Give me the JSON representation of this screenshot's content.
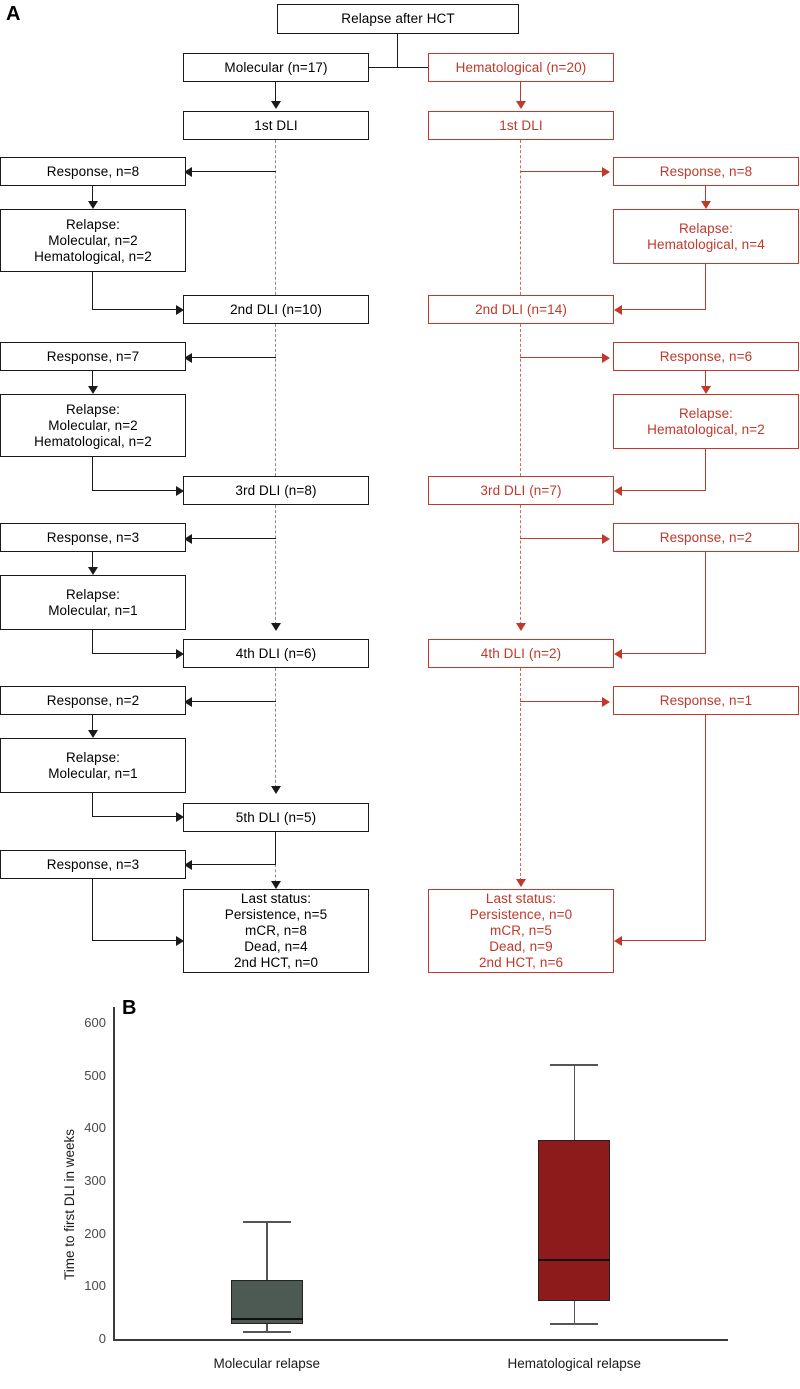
{
  "panels": {
    "a_letter": "A",
    "b_letter": "B"
  },
  "colors": {
    "molecular": "#1a1a1a",
    "hematological": "#c0392b",
    "box_molecular_fill": "#4c5a53",
    "box_hematological_fill": "#8e1b1b"
  },
  "flowchart": {
    "root": "Relapse after HCT",
    "molecular": {
      "arm": "Molecular (n=17)",
      "dli1": "1st DLI",
      "resp1": "Response, n=8",
      "relapse1": [
        "Relapse:",
        "Molecular, n=2",
        "Hematological, n=2"
      ],
      "dli2": "2nd DLI (n=10)",
      "resp2": "Response, n=7",
      "relapse2": [
        "Relapse:",
        "Molecular, n=2",
        "Hematological, n=2"
      ],
      "dli3": "3rd DLI (n=8)",
      "resp3": "Response, n=3",
      "relapse3": [
        "Relapse:",
        "Molecular, n=1"
      ],
      "dli4": "4th DLI (n=6)",
      "resp4": "Response, n=2",
      "relapse4": [
        "Relapse:",
        "Molecular, n=1"
      ],
      "dli5": "5th DLI (n=5)",
      "resp5": "Response, n=3",
      "last_status": [
        "Last status:",
        "Persistence, n=5",
        "mCR, n=8",
        "Dead, n=4",
        "2nd HCT, n=0"
      ]
    },
    "hematological": {
      "arm": "Hematological  (n=20)",
      "dli1": "1st DLI",
      "resp1": "Response, n=8",
      "relapse1": [
        "Relapse:",
        "Hematological, n=4"
      ],
      "dli2": "2nd DLI (n=14)",
      "resp2": "Response, n=6",
      "relapse2": [
        "Relapse:",
        "Hematological, n=2"
      ],
      "dli3": "3rd DLI (n=7)",
      "resp3": "Response, n=2",
      "dli4": "4th DLI (n=2)",
      "resp4": "Response, n=1",
      "last_status": [
        "Last status:",
        "Persistence, n=0",
        "mCR, n=5",
        "Dead, n=9",
        "2nd HCT, n=6"
      ]
    }
  },
  "chart_data": {
    "type": "box",
    "title": "",
    "xlabel": "",
    "ylabel": "Time to first DLI in weeks",
    "ylim": [
      0,
      630
    ],
    "yticks": [
      0,
      100,
      200,
      300,
      400,
      500,
      600
    ],
    "ytick_labels": [
      "0",
      "100",
      "200",
      "300",
      "400",
      "500",
      "600"
    ],
    "grid": false,
    "legend": "none",
    "categories": [
      "Molecular relapse",
      "Hematological relapse"
    ],
    "boxes": [
      {
        "name": "Molecular relapse",
        "whisker_low": 15,
        "q1": 28,
        "median": 38,
        "q3": 112,
        "whisker_high": 223,
        "fill": "#4c5a53"
      },
      {
        "name": "Hematological relapse",
        "whisker_low": 30,
        "q1": 72,
        "median": 150,
        "q3": 378,
        "whisker_high": 522,
        "fill": "#8e1b1b"
      }
    ]
  }
}
